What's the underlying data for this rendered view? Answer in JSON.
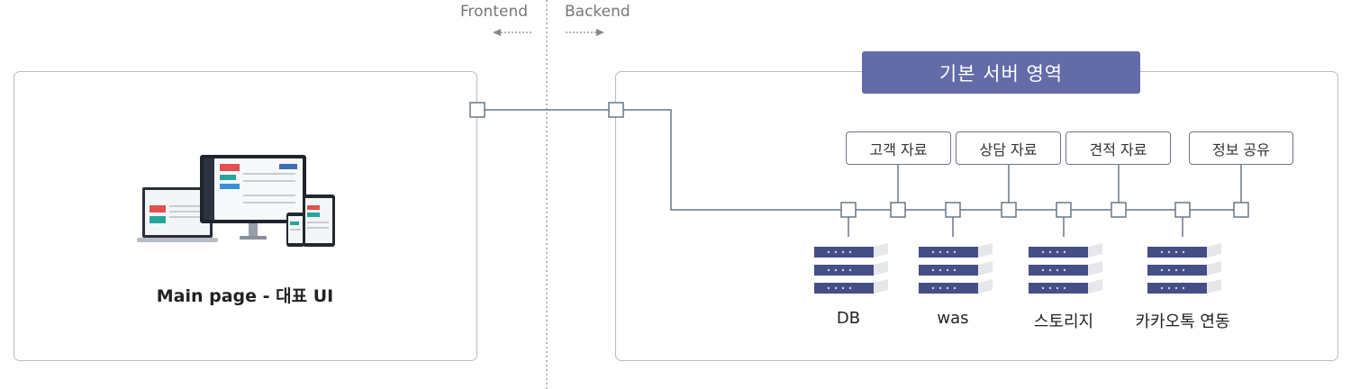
{
  "frontend_label": "Frontend",
  "backend_label": "Backend",
  "main_page": {
    "caption": "Main page - 대표 UI",
    "device_icon": "responsive-devices-icon"
  },
  "server": {
    "title": "기본 서버 영역",
    "tags": [
      "고객 자료",
      "상담 자료",
      "견적 자료",
      "정보 공유"
    ],
    "nodes": [
      "DB",
      "was",
      "스토리지",
      "카카오톡 연동"
    ],
    "node_icon": "server-stack-icon"
  },
  "colors": {
    "accent": "#636ca8",
    "line": "#6c7686",
    "server_dark": "#464e86",
    "server_light": "#e6e7eb"
  }
}
